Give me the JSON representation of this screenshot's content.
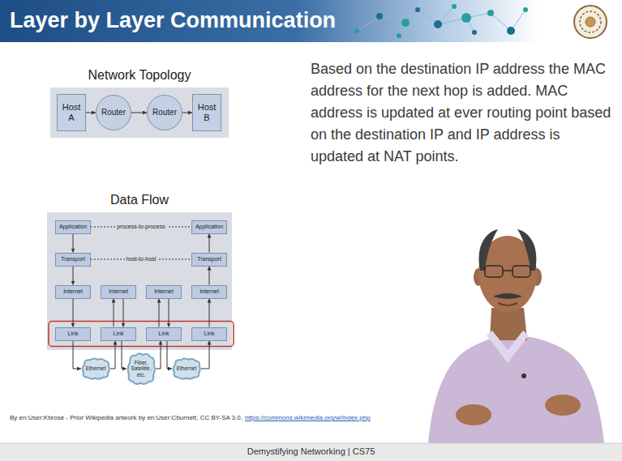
{
  "diagram": {
    "title": "Layer by Layer Communication",
    "nodes": [
      {
        "text": [
          "Network Topology"
        ]
      },
      {
        "text": [
          "Host A"
        ],
        "in": 0
      },
      {
        "text": [
          "Router"
        ],
        "in": 0
      },
      {
        "text": [
          "Router"
        ],
        "in": 0
      },
      {
        "text": [
          "Host B"
        ],
        "in": 0
      },
      {
        "text": [
          "Data Flow"
        ]
      },
      {
        "text": [
          "Application"
        ],
        "in": 5
      },
      {
        "text": [
          "Transport"
        ],
        "in": 5
      },
      {
        "text": [
          "Internet"
        ],
        "in": 5
      },
      {
        "text": [
          "Link"
        ],
        "in": 5
      },
      {
        "text": [
          "Internet"
        ],
        "in": 5
      },
      {
        "text": [
          "Link"
        ],
        "in": 5
      },
      {
        "text": [
          "Internet"
        ],
        "in": 5
      },
      {
        "text": [
          "Link"
        ],
        "in": 5
      },
      {
        "text": [
          "Application"
        ],
        "in": 5
      },
      {
        "text": [
          "Transport"
        ],
        "in": 5
      },
      {
        "text": [
          "Internet"
        ],
        "in": 5
      },
      {
        "text": [
          "Link"
        ],
        "in": 5
      },
      {
        "text": [
          "Ethernet"
        ]
      },
      {
        "text": [
          "Fiber, Satellite, etc."
        ]
      },
      {
        "text": [
          "Ethernet"
        ]
      }
    ],
    "edges": [
      {
        "from": 1,
        "to": 2,
        "arrow": "to"
      },
      {
        "from": 2,
        "to": 3,
        "arrow": "to"
      },
      {
        "from": 3,
        "to": 4,
        "arrow": "to"
      },
      {
        "from": 6,
        "to": 14,
        "label": "process-to-process",
        "arrow": "none"
      },
      {
        "from": 7,
        "to": 15,
        "label": "host-to-host",
        "arrow": "none"
      },
      {
        "from": 6,
        "to": 7,
        "arrow": "to"
      },
      {
        "from": 7,
        "to": 8,
        "arrow": "to"
      },
      {
        "from": 8,
        "to": 9,
        "arrow": "to"
      },
      {
        "from": 9,
        "to": 18,
        "arrow": "to"
      },
      {
        "from": 18,
        "to": 11,
        "arrow": "to"
      },
      {
        "from": 11,
        "to": 10,
        "arrow": "to"
      },
      {
        "from": 10,
        "to": 11,
        "arrow": "to"
      },
      {
        "from": 11,
        "to": 19,
        "arrow": "to"
      },
      {
        "from": 19,
        "to": 13,
        "arrow": "to"
      },
      {
        "from": 13,
        "to": 12,
        "arrow": "to"
      },
      {
        "from": 12,
        "to": 13,
        "arrow": "to"
      },
      {
        "from": 13,
        "to": 20,
        "arrow": "to"
      },
      {
        "from": 20,
        "to": 17,
        "arrow": "to"
      },
      {
        "from": 17,
        "to": 16,
        "arrow": "to"
      },
      {
        "from": 16,
        "to": 15,
        "arrow": "to"
      },
      {
        "from": 15,
        "to": 14,
        "arrow": "to"
      }
    ],
    "labels": [
      "Based on the destination IP address the MAC address for the next hop is added. MAC address is updated at ever routing point based on the destination IP and IP address is updated at NAT points.",
      "By en:User:Kbrose - Prior Wikipedia artwork by en:User:Cburnett, CC BY-SA 3.0,",
      "https://commons.wikimedia.org/w/index.php",
      "Demystifying Networking | CS75"
    ]
  }
}
